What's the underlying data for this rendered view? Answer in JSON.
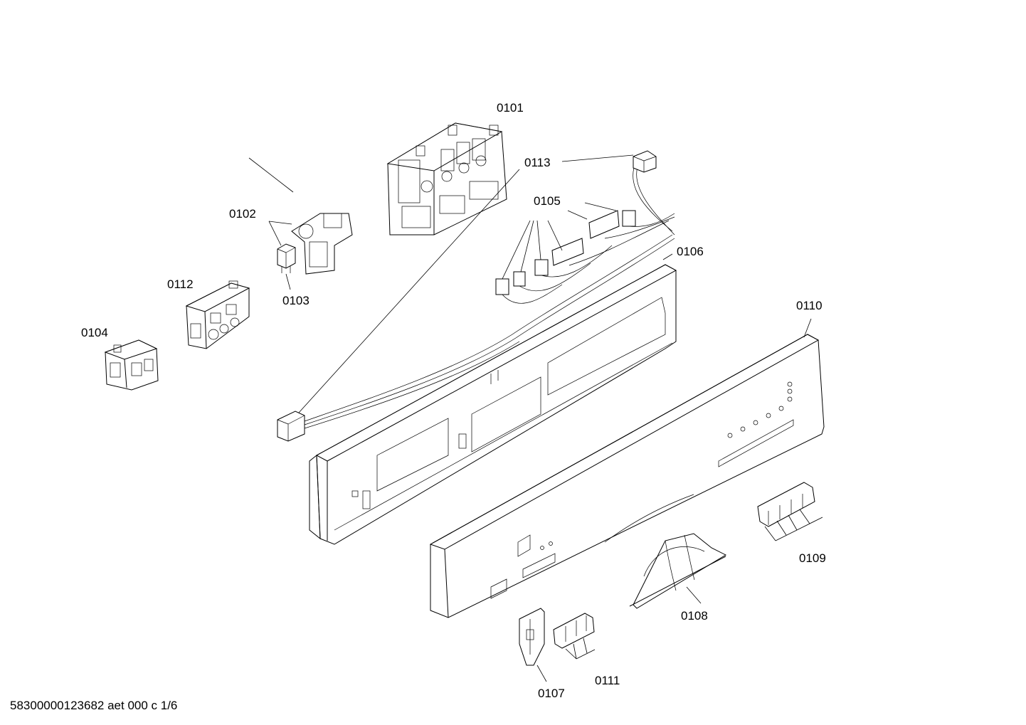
{
  "diagram": {
    "parts": [
      {
        "id": "0101",
        "label": "0101"
      },
      {
        "id": "0102",
        "label": "0102"
      },
      {
        "id": "0103",
        "label": "0103"
      },
      {
        "id": "0104",
        "label": "0104"
      },
      {
        "id": "0105",
        "label": "0105"
      },
      {
        "id": "0106",
        "label": "0106"
      },
      {
        "id": "0107",
        "label": "0107"
      },
      {
        "id": "0108",
        "label": "0108"
      },
      {
        "id": "0109",
        "label": "0109"
      },
      {
        "id": "0110",
        "label": "0110"
      },
      {
        "id": "0111",
        "label": "0111"
      },
      {
        "id": "0112",
        "label": "0112"
      },
      {
        "id": "0113",
        "label": "0113"
      }
    ],
    "footer": "58300000123682 aet 000 c 1/6"
  }
}
